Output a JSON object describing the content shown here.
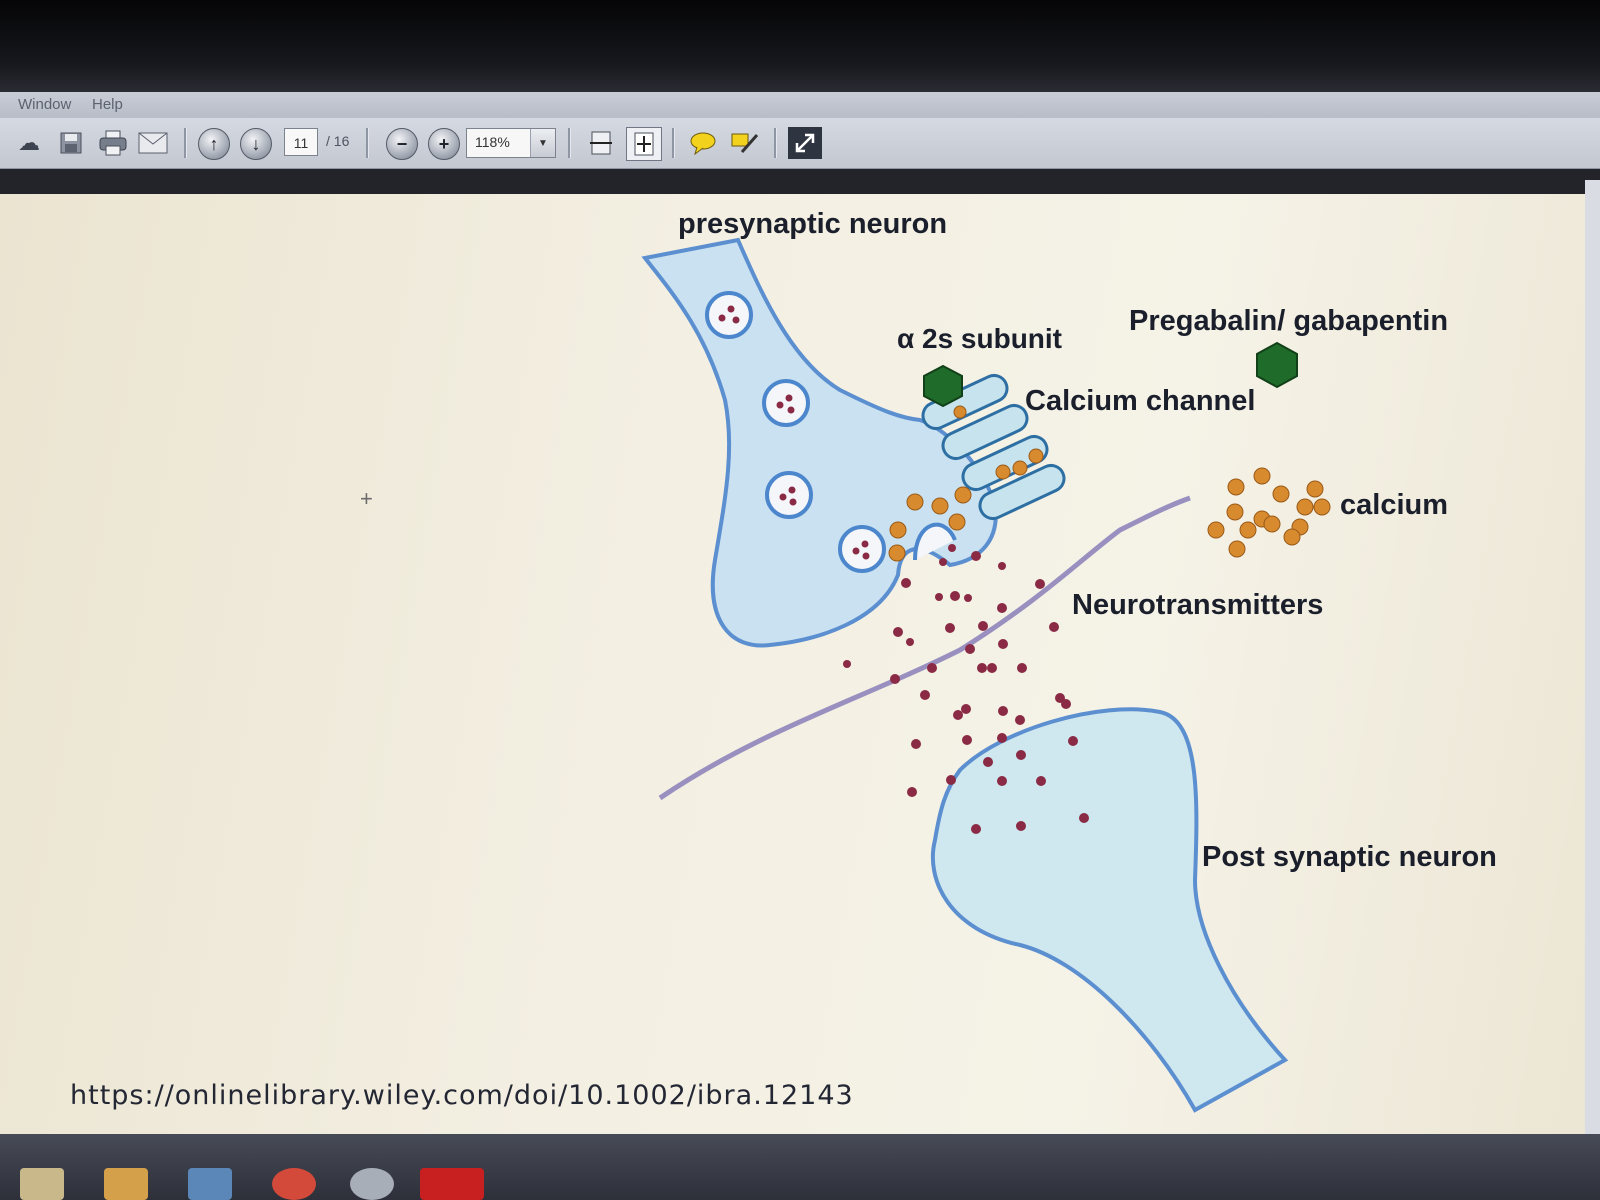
{
  "menu": {
    "window": "Window",
    "help": "Help"
  },
  "toolbar": {
    "page_current": "11",
    "page_total": "/ 16",
    "zoom": "118%"
  },
  "diagram": {
    "presynaptic": "presynaptic neuron",
    "alpha_subunit": "α 2s subunit",
    "pregabalin": "Pregabalin/ gabapentin",
    "calcium_channel": "Calcium channel",
    "calcium": "calcium",
    "neurotransmitters": "Neurotransmitters",
    "postsynaptic": "Post synaptic neuron",
    "source_url": "https://onlinelibrary.wiley.com/doi/10.1002/ibra.12143"
  },
  "colors": {
    "neuron_fill": "#c9e1f0",
    "neuron_outline": "#5b8fd0",
    "hexagon": "#1f6b2a",
    "calcium_dot": "#d88a2e",
    "neurotransmitter_dot": "#8a2a45",
    "membrane": "#9a90c0"
  },
  "icons": [
    "cloud-upload-icon",
    "save-icon",
    "print-icon",
    "email-icon",
    "previous-page-icon",
    "next-page-icon",
    "zoom-out-icon",
    "zoom-in-icon",
    "fit-width-icon",
    "fit-page-icon",
    "comment-icon",
    "sign-icon",
    "fullscreen-icon"
  ]
}
